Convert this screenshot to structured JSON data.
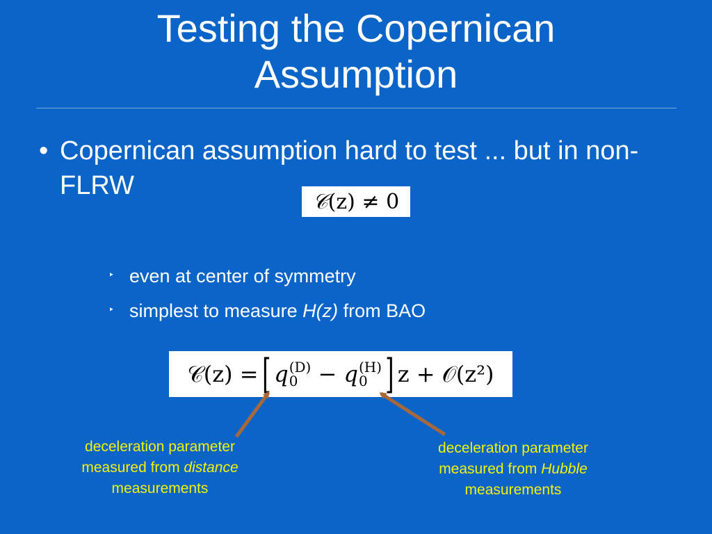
{
  "slide": {
    "title_line1": "Testing the Copernican",
    "title_line2": "Assumption",
    "main_bullet_glyph": "•",
    "main_bullet_text": "Copernican assumption hard to test ... but in non-FLRW",
    "sub_bullet_glyph": "‣",
    "sub_bullets": [
      {
        "text": "even at center of symmetry"
      },
      {
        "prefix": "simplest to measure ",
        "emph": "H(z)",
        "suffix": " from BAO"
      }
    ],
    "formula_inline": {
      "C": "𝒞",
      "rest": "(z) ≠ 0"
    },
    "formula_main": {
      "lhs": "𝒞(z) =",
      "q": "q",
      "sup_D": "(D)",
      "sub_0": "0",
      "minus": "−",
      "sup_H": "(H)",
      "rhs": "z + 𝒪(z²)"
    },
    "annotation_left": {
      "line1": "deceleration parameter",
      "line2_prefix": "measured from ",
      "line2_emph": "distance",
      "line3": "measurements"
    },
    "annotation_right": {
      "line1": "deceleration parameter",
      "line2_prefix": "measured from ",
      "line2_emph": "Hubble",
      "line3": "measurements"
    }
  },
  "colors": {
    "background": "#0b65c8",
    "text": "#ffffff",
    "annotation": "#f2f20a",
    "arrow": "#a9683a"
  }
}
